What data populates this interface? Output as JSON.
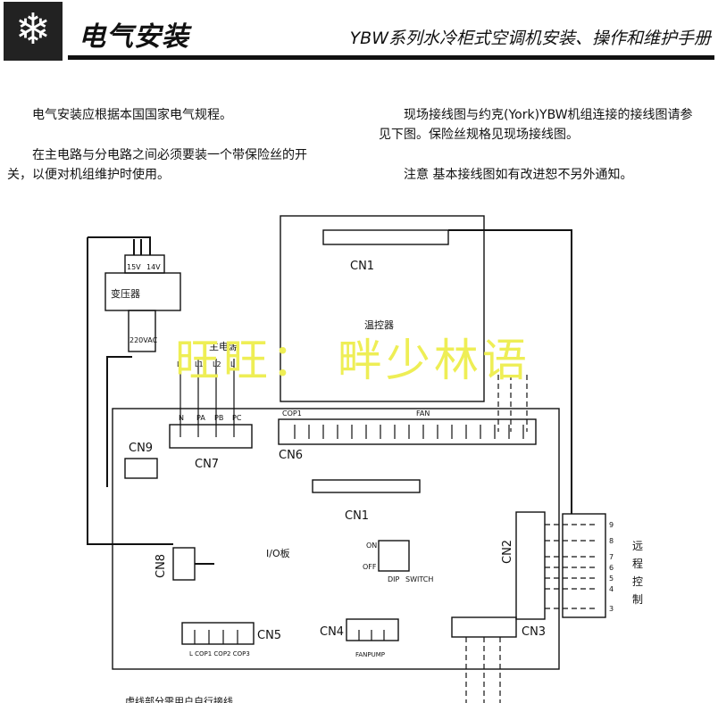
{
  "header": {
    "icon": "snowflake-icon",
    "title": "电气安装",
    "subtitle": "YBW系列水冷柜式空调机安装、操作和维护手册"
  },
  "text": {
    "p1": "电气安装应根据本国国家电气规程。",
    "p2a": "在主电路与分电路之间必须要装一个带保险丝的开",
    "p2b": "关，以便对机组维护时使用。",
    "p3a": "现场接线图与约克(York)YBW机组连接的接线图请参",
    "p3b": "见下图。保险丝规格见现场接线图。",
    "p4": "注意  基本接线图如有改进恕不另外通知。"
  },
  "watermark": "旺旺：  畔少林语",
  "diagram": {
    "transformer": "变压器",
    "v15": "15V",
    "v14": "14V",
    "v220": "220VAC",
    "main_power": "主电源",
    "mp_L": "L",
    "mp_L1": "L1",
    "mp_L2": "L2",
    "mp_L3": "L",
    "cn7_pins": [
      "N",
      "PA",
      "PB",
      "PC"
    ],
    "thermostat": "温控器",
    "cn1_top": "CN1",
    "cn1_bottom": "CN1",
    "cn6": "CN6",
    "cn6_comp1": "COP1",
    "cn6_fan": "FAN",
    "cn7": "CN7",
    "cn9": "CN9",
    "cn8": "CN8",
    "io_board": "I/O板",
    "dip_on": "ON",
    "dip_off": "OFF",
    "dip": "DIP",
    "switch": "SWITCH",
    "cn2": "CN2",
    "cn2_pins": [
      "9",
      "8",
      "7",
      "6",
      "5",
      "4",
      "3"
    ],
    "remote": [
      "远",
      "程",
      "控",
      "制"
    ],
    "cn5": "CN5",
    "cn5_pins": "L   COP1 COP2 COP3",
    "cn4": "CN4",
    "cn4_pins": "FANPUMP",
    "cn3": "CN3",
    "note": "虚线部分需用户自行接线"
  }
}
